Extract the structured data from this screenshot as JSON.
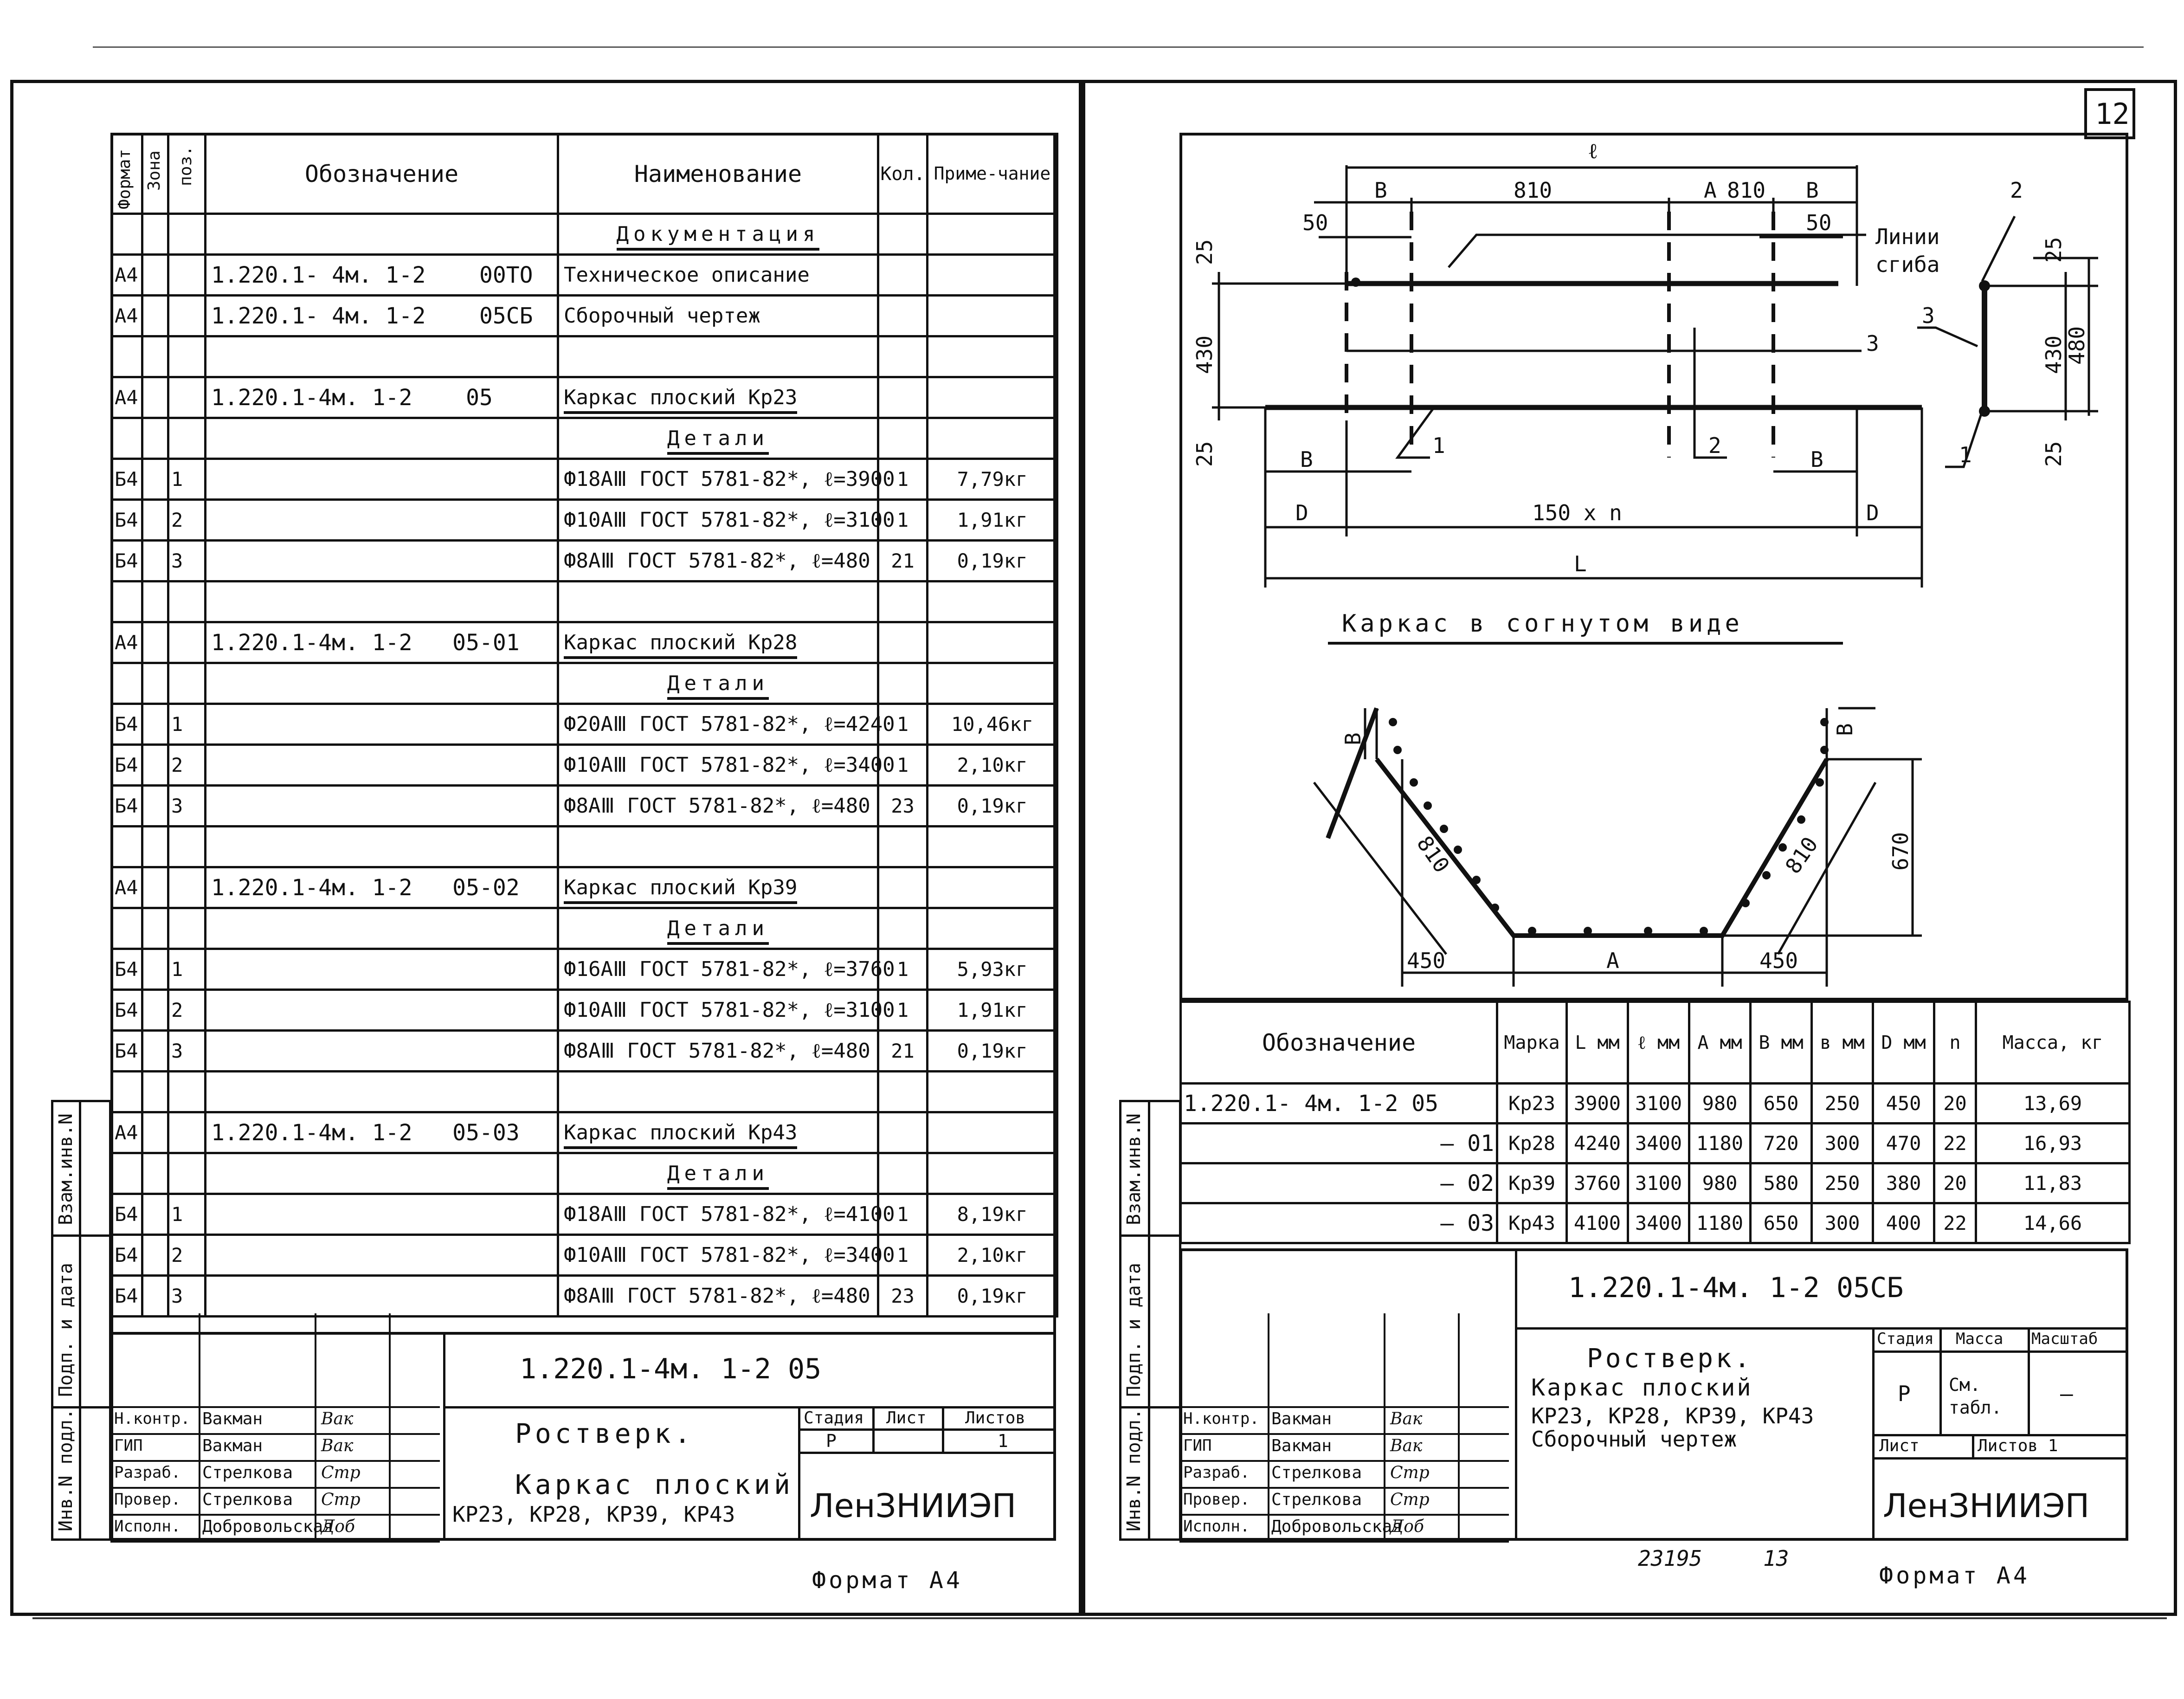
{
  "page_number": "12",
  "left_sheet": {
    "headers": {
      "format": "Формат",
      "zone": "Зона",
      "pos": "поз.",
      "designation": "Обозначение",
      "name": "Наименование",
      "qty": "Кол.",
      "note": "Приме-чание"
    },
    "rows": [
      {
        "format": "",
        "zone": "",
        "pos": "",
        "designation": "",
        "name": "Документация",
        "qty": "",
        "note": "",
        "underline": true,
        "center": true
      },
      {
        "format": "А4",
        "zone": "",
        "pos": "",
        "designation": "1.220.1- 4м. 1-2    00ТО",
        "name": "Техническое описание",
        "qty": "",
        "note": ""
      },
      {
        "format": "А4",
        "zone": "",
        "pos": "",
        "designation": "1.220.1- 4м. 1-2    05СБ",
        "name": "Сборочный чертеж",
        "qty": "",
        "note": ""
      },
      {
        "format": "",
        "zone": "",
        "pos": "",
        "designation": "",
        "name": "",
        "qty": "",
        "note": ""
      },
      {
        "format": "А4",
        "zone": "",
        "pos": "",
        "designation": "1.220.1-4м. 1-2    05",
        "name": "Каркас плоский Кр23",
        "qty": "",
        "note": "",
        "underline": true
      },
      {
        "format": "",
        "zone": "",
        "pos": "",
        "designation": "",
        "name": "Детали",
        "qty": "",
        "note": "",
        "underline": true,
        "center": true
      },
      {
        "format": "Б4",
        "zone": "",
        "pos": "1",
        "designation": "",
        "name": "Ф18АⅢ ГОСТ 5781-82*, ℓ=3900",
        "qty": "1",
        "note": "7,79кг"
      },
      {
        "format": "Б4",
        "zone": "",
        "pos": "2",
        "designation": "",
        "name": "Ф10АⅢ ГОСТ 5781-82*, ℓ=3100",
        "qty": "1",
        "note": "1,91кг"
      },
      {
        "format": "Б4",
        "zone": "",
        "pos": "3",
        "designation": "",
        "name": "Ф8АⅢ ГОСТ 5781-82*, ℓ=480",
        "qty": "21",
        "note": "0,19кг"
      },
      {
        "format": "",
        "zone": "",
        "pos": "",
        "designation": "",
        "name": "",
        "qty": "",
        "note": ""
      },
      {
        "format": "А4",
        "zone": "",
        "pos": "",
        "designation": "1.220.1-4м. 1-2   05-01",
        "name": "Каркас плоский Кр28",
        "qty": "",
        "note": "",
        "underline": true
      },
      {
        "format": "",
        "zone": "",
        "pos": "",
        "designation": "",
        "name": "Детали",
        "qty": "",
        "note": "",
        "underline": true,
        "center": true
      },
      {
        "format": "Б4",
        "zone": "",
        "pos": "1",
        "designation": "",
        "name": "Ф20АⅢ ГОСТ 5781-82*, ℓ=4240",
        "qty": "1",
        "note": "10,46кг"
      },
      {
        "format": "Б4",
        "zone": "",
        "pos": "2",
        "designation": "",
        "name": "Ф10АⅢ ГОСТ 5781-82*, ℓ=3400",
        "qty": "1",
        "note": "2,10кг"
      },
      {
        "format": "Б4",
        "zone": "",
        "pos": "3",
        "designation": "",
        "name": "Ф8АⅢ ГОСТ 5781-82*, ℓ=480",
        "qty": "23",
        "note": "0,19кг"
      },
      {
        "format": "",
        "zone": "",
        "pos": "",
        "designation": "",
        "name": "",
        "qty": "",
        "note": ""
      },
      {
        "format": "А4",
        "zone": "",
        "pos": "",
        "designation": "1.220.1-4м. 1-2   05-02",
        "name": "Каркас плоский Кр39",
        "qty": "",
        "note": "",
        "underline": true
      },
      {
        "format": "",
        "zone": "",
        "pos": "",
        "designation": "",
        "name": "Детали",
        "qty": "",
        "note": "",
        "underline": true,
        "center": true
      },
      {
        "format": "Б4",
        "zone": "",
        "pos": "1",
        "designation": "",
        "name": "Ф16АⅢ ГОСТ 5781-82*, ℓ=3760",
        "qty": "1",
        "note": "5,93кг"
      },
      {
        "format": "Б4",
        "zone": "",
        "pos": "2",
        "designation": "",
        "name": "Ф10АⅢ ГОСТ 5781-82*, ℓ=3100",
        "qty": "1",
        "note": "1,91кг"
      },
      {
        "format": "Б4",
        "zone": "",
        "pos": "3",
        "designation": "",
        "name": "Ф8АⅢ ГОСТ 5781-82*, ℓ=480",
        "qty": "21",
        "note": "0,19кг"
      },
      {
        "format": "",
        "zone": "",
        "pos": "",
        "designation": "",
        "name": "",
        "qty": "",
        "note": ""
      },
      {
        "format": "А4",
        "zone": "",
        "pos": "",
        "designation": "1.220.1-4м. 1-2   05-03",
        "name": "Каркас плоский Кр43",
        "qty": "",
        "note": "",
        "underline": true
      },
      {
        "format": "",
        "zone": "",
        "pos": "",
        "designation": "",
        "name": "Детали",
        "qty": "",
        "note": "",
        "underline": true,
        "center": true
      },
      {
        "format": "Б4",
        "zone": "",
        "pos": "1",
        "designation": "",
        "name": "Ф18АⅢ ГОСТ 5781-82*, ℓ=4100",
        "qty": "1",
        "note": "8,19кг"
      },
      {
        "format": "Б4",
        "zone": "",
        "pos": "2",
        "designation": "",
        "name": "Ф10АⅢ ГОСТ 5781-82*, ℓ=3400",
        "qty": "1",
        "note": "2,10кг"
      },
      {
        "format": "Б4",
        "zone": "",
        "pos": "3",
        "designation": "",
        "name": "Ф8АⅢ ГОСТ 5781-82*, ℓ=480",
        "qty": "23",
        "note": "0,19кг"
      }
    ],
    "side_labels": [
      "Инв.N подл.",
      "Подп. и дата",
      "Взам.инв.N"
    ],
    "title_block": {
      "code": "1.220.1-4м. 1-2        05",
      "title1": "Ростверк.",
      "title2": "Каркас плоский",
      "title3": "КР23, КР28, КР39, КР43",
      "stage_label": "Стадия",
      "sheet_label": "Лист",
      "sheets_label": "Листов",
      "stage": "Р",
      "sheets": "1",
      "org": "ЛенЗНИИЭП",
      "people": [
        {
          "role": "Н.контр.",
          "name": "Вакман",
          "sign": "Вак"
        },
        {
          "role": "ГИП",
          "name": "Вакман",
          "sign": "Вак"
        },
        {
          "role": "Разраб.",
          "name": "Стрелкова",
          "sign": "Стр"
        },
        {
          "role": "Провер.",
          "name": "Стрелкова",
          "sign": "Стр"
        },
        {
          "role": "Исполн.",
          "name": "Добровольская",
          "sign": "Доб"
        }
      ]
    },
    "format_note": "Формат А4"
  },
  "right_sheet": {
    "drawing": {
      "dims_top": [
        "ℓ",
        "В",
        "810",
        "А",
        "810",
        "В",
        "50",
        "50",
        "25",
        "430",
        "25"
      ],
      "labels": [
        "Линии",
        "сгиба"
      ],
      "callouts": [
        "1",
        "2",
        "3"
      ],
      "dims_bottom": [
        "В",
        "В",
        "D",
        "150 x n",
        "D",
        "L"
      ],
      "side_dims": [
        "25",
        "430",
        "480",
        "25"
      ],
      "bent_title": "Каркас в согнутом виде",
      "bent_dims": [
        "В",
        "В",
        "810",
        "810",
        "670",
        "450",
        "А",
        "450"
      ]
    },
    "table": {
      "headers": [
        "Обозначение",
        "Марка",
        "L мм",
        "ℓ мм",
        "А мм",
        "В мм",
        "в мм",
        "D мм",
        "n",
        "Масса, кг"
      ],
      "rows": [
        [
          "1.220.1- 4м. 1-2  05",
          "Кр23",
          "3900",
          "3100",
          "980",
          "650",
          "250",
          "450",
          "20",
          "13,69"
        ],
        [
          "— 01",
          "Кр28",
          "4240",
          "3400",
          "1180",
          "720",
          "300",
          "470",
          "22",
          "16,93"
        ],
        [
          "— 02",
          "Кр39",
          "3760",
          "3100",
          "980",
          "580",
          "250",
          "380",
          "20",
          "11,83"
        ],
        [
          "— 03",
          "Кр43",
          "4100",
          "3400",
          "1180",
          "650",
          "300",
          "400",
          "22",
          "14,66"
        ]
      ]
    },
    "side_labels": [
      "Инв.N подл.",
      "Подп. и дата",
      "Взам.инв.N"
    ],
    "title_block": {
      "code": "1.220.1-4м. 1-2        05СБ",
      "title1": "Ростверк.",
      "title2": "Каркас плоский",
      "title3": "КР23, КР28, КР39, КР43",
      "title4": "Сборочный чертеж",
      "stage_label": "Стадия",
      "mass_label": "Масса",
      "scale_label": "Масштаб",
      "stage": "Р",
      "mass": "См. табл.",
      "scale": "—",
      "sheet_label": "Лист",
      "sheets_label": "Листов 1",
      "org": "ЛенЗНИИЭП",
      "people": [
        {
          "role": "Н.контр.",
          "name": "Вакман",
          "sign": "Вак"
        },
        {
          "role": "ГИП",
          "name": "Вакман",
          "sign": "Вак"
        },
        {
          "role": "Разраб.",
          "name": "Стрелкова",
          "sign": "Стр"
        },
        {
          "role": "Провер.",
          "name": "Стрелкова",
          "sign": "Стр"
        },
        {
          "role": "Исполн.",
          "name": "Добровольская",
          "sign": "Доб"
        }
      ]
    },
    "doc_number": "23195",
    "sheet_no": "13",
    "format_note": "Формат А4"
  }
}
